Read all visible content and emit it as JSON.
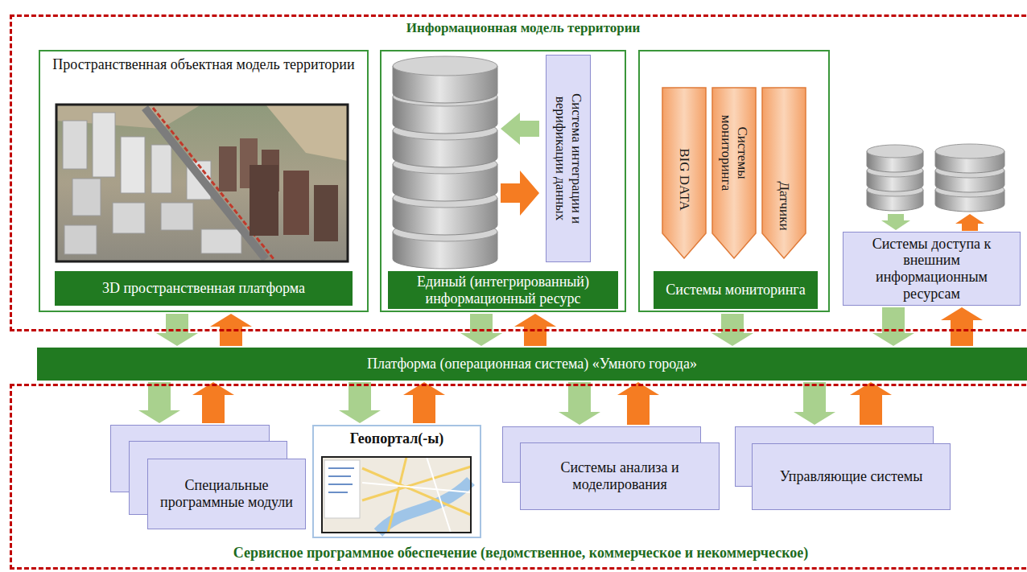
{
  "diagram": {
    "nodes": [
      {
        "text": [
          "Информационная модель территории"
        ]
      },
      {
        "text": [
          "Пространственная объектная модель территории",
          "3D пространственная платформа"
        ],
        "in": 0
      },
      {
        "text": [
          "Единый (интегрированный) информационный ресурс"
        ],
        "in": 0
      },
      {
        "text": [
          "Система интеграции и верификации данных"
        ],
        "in": 2
      },
      {
        "text": [
          "Системы мониторинга"
        ],
        "in": 0
      },
      {
        "text": [
          "BIG DATA"
        ],
        "in": 4
      },
      {
        "text": [
          "Системы мониторинга"
        ],
        "in": 4
      },
      {
        "text": [
          "Датчики"
        ],
        "in": 4
      },
      {
        "text": [
          "Системы доступа к внешним информационным ресурсам"
        ],
        "in": 0
      },
      {
        "text": [
          "Платформа (операционная система) «Умного города»"
        ]
      },
      {
        "text": [
          "Сервисное программное обеспечение (ведомственное, коммерческое и некоммерческое)"
        ]
      },
      {
        "text": [
          "Специальные программные модули"
        ],
        "in": 10
      },
      {
        "text": [
          "Геопортал(-ы)"
        ],
        "in": 10
      },
      {
        "text": [
          "Системы анализа и моделирования"
        ],
        "in": 10
      },
      {
        "text": [
          "Управляющие системы"
        ],
        "in": 10
      }
    ],
    "edges": [
      {
        "from": 1,
        "to": 9,
        "arrow": "to"
      },
      {
        "from": 9,
        "to": 1,
        "arrow": "to"
      },
      {
        "from": 2,
        "to": 9,
        "arrow": "to"
      },
      {
        "from": 9,
        "to": 2,
        "arrow": "to"
      },
      {
        "from": 4,
        "to": 9,
        "arrow": "to"
      },
      {
        "from": 8,
        "to": 9,
        "arrow": "to"
      },
      {
        "from": 9,
        "to": 8,
        "arrow": "to"
      },
      {
        "from": 9,
        "to": 11,
        "arrow": "to"
      },
      {
        "from": 11,
        "to": 9,
        "arrow": "to"
      },
      {
        "from": 9,
        "to": 12,
        "arrow": "to"
      },
      {
        "from": 12,
        "to": 9,
        "arrow": "to"
      },
      {
        "from": 9,
        "to": 13,
        "arrow": "to"
      },
      {
        "from": 13,
        "to": 9,
        "arrow": "to"
      },
      {
        "from": 9,
        "to": 14,
        "arrow": "to"
      },
      {
        "from": 14,
        "to": 9,
        "arrow": "to"
      }
    ]
  }
}
